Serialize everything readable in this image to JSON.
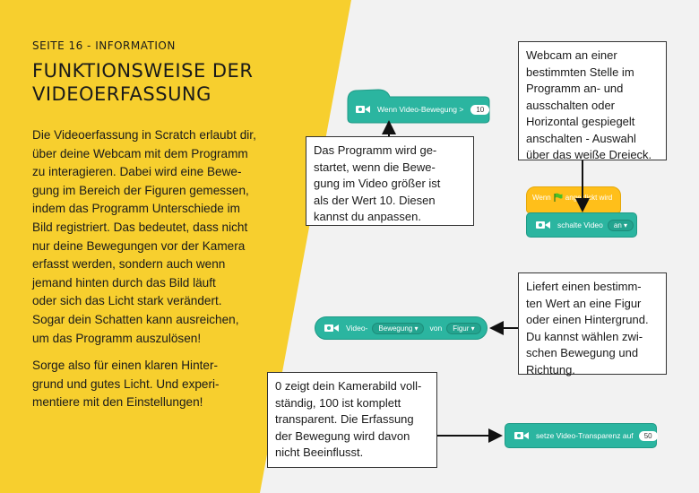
{
  "page": {
    "kicker": "SEITE 16 - INFORMATION",
    "title_lines": [
      "FUNKTIONSWEISE DER",
      "VIDEOERFASSUNG"
    ],
    "paragraph1_lines": [
      "Die Videoerfassung in Scratch erlaubt dir,",
      "über deine Webcam mit dem Programm",
      "zu interagieren. Dabei wird eine Bewe-",
      "gung im Bereich der Figuren gemessen,",
      "indem das Programm Unterschiede im",
      "Bild registriert. Das bedeutet, dass nicht",
      "nur deine Bewegungen vor der Kamera",
      "erfasst werden, sondern auch wenn",
      "jemand hinten durch das Bild läuft",
      "oder sich das Licht stark verändert.",
      "Sogar dein Schatten kann ausreichen,",
      "um das Programm auszulösen!"
    ],
    "paragraph2_lines": [
      "Sorge also für einen klaren Hinter-",
      "grund und gutes Licht. Und experi-",
      "mentiere mit den Einstellungen!"
    ],
    "colors": {
      "yellow": "#f7cf2e",
      "block": "#2bb5a0",
      "hat": "#ffbf1a"
    }
  },
  "callouts": {
    "c1": [
      "Das Programm wird ge-",
      "startet, wenn die Bewe-",
      "gung im Video größer ist",
      "als der Wert 10. Diesen",
      "kannst du anpassen."
    ],
    "c2": [
      "Webcam an einer",
      "bestimmten Stelle im",
      "Programm an- und",
      "ausschalten oder",
      "Horizontal gespiegelt",
      "anschalten - Auswahl",
      "über das weiße Dreieck."
    ],
    "c3": [
      "Liefert einen bestimm-",
      "ten Wert an eine Figur",
      "oder einen Hintergrund.",
      "Du kannst wählen zwi-",
      "schen Bewegung und",
      "Richtung."
    ],
    "c4": [
      "0 zeigt dein Kamerabild voll-",
      "ständig, 100 ist komplett",
      "transparent. Die Erfassung",
      "der Bewegung wird davon",
      "nicht Beeinflusst."
    ]
  },
  "blocks": {
    "hat_motion": {
      "label": "Wenn Video-Bewegung >",
      "value": "10"
    },
    "flag_hat": {
      "label_before": "Wenn",
      "label_after": "angeklickt wird",
      "icon": "green-flag-icon"
    },
    "video_toggle": {
      "label": "schalte Video",
      "option": "an ▾"
    },
    "sensing": {
      "label_before": "Video-",
      "option1": "Bewegung ▾",
      "label_mid": "von",
      "option2": "Figur ▾"
    },
    "transparency": {
      "label": "setze Video-Transparenz auf",
      "value": "50"
    },
    "icon": "video-camera-icon"
  }
}
